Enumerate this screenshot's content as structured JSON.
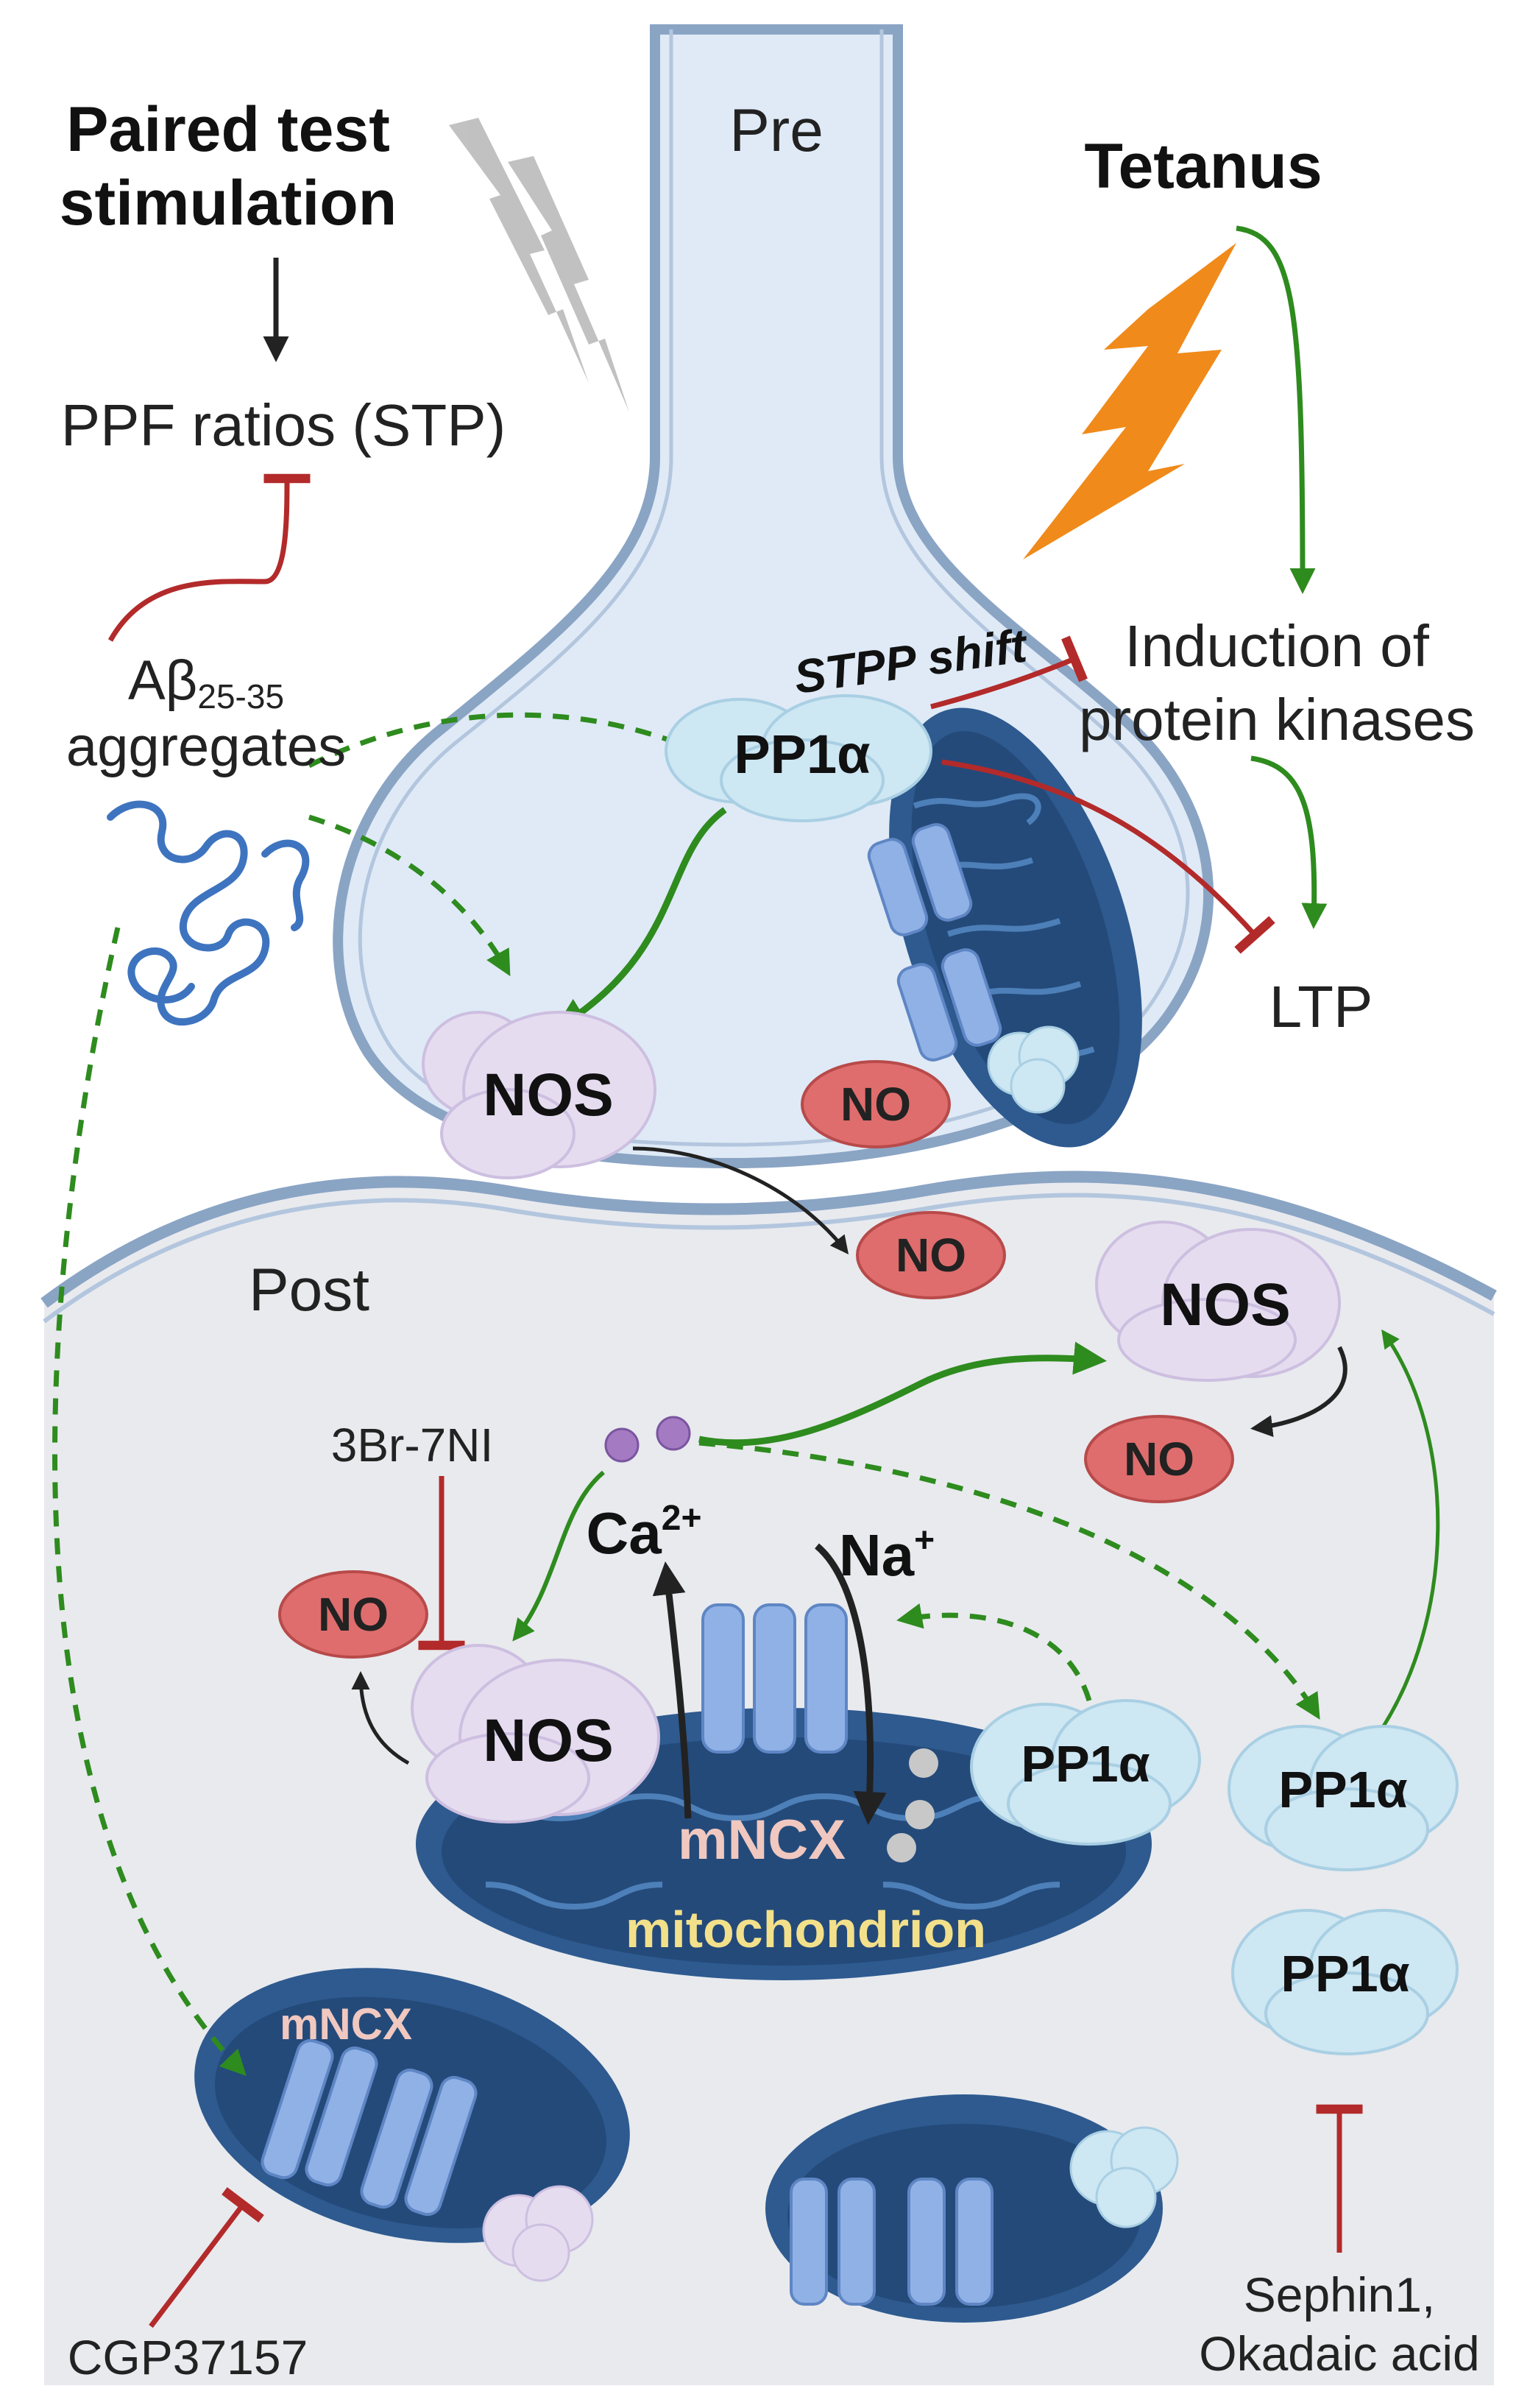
{
  "labels": {
    "pre": "Pre",
    "post": "Post",
    "paired_test_line1": "Paired test",
    "paired_test_line2": "stimulation",
    "ppf_ratios": "PPF ratios (STP)",
    "tetanus": "Tetanus",
    "abeta_main": "Aβ",
    "abeta_sub": "25-35",
    "aggregates": "aggregates",
    "stpp_shift": "STPP shift",
    "induction_line1": "Induction of",
    "induction_line2": "protein kinases",
    "ltp": "LTP",
    "pp1a": "PP1α",
    "nos": "NOS",
    "no": "NO",
    "ca_main": "Ca",
    "ca_sup": "2+",
    "na_main": "Na",
    "na_sup": "+",
    "mncx": "mNCX",
    "mitochondrion": "mitochondrion",
    "inhibitor_3br": "3Br-7NI",
    "inhibitor_cgp": "CGP37157",
    "inhibitor_sephin_line1": "Sephin1,",
    "inhibitor_sephin_line2": "Okadaic acid"
  },
  "colors": {
    "green_arrow": "#2e8b1e",
    "red_inhibit": "#b32a2a",
    "black_arrow": "#222222",
    "membrane": "#8aa4c4",
    "pre_fill": "#dfeaf6",
    "post_fill": "#e8eaee",
    "pp1a_fill": "#cde7f3",
    "nos_fill": "#e6dcf0",
    "no_fill": "#df6d6d",
    "mito_outer": "#2e5a8f",
    "mito_inner": "#244a7a",
    "channel": "#8fb1e6",
    "tetanus_bolt": "#f08a1a",
    "test_bolt": "#bbbbbb",
    "mitochondrion_text": "#f3e08a",
    "mncx_text": "#f0c8c0"
  }
}
